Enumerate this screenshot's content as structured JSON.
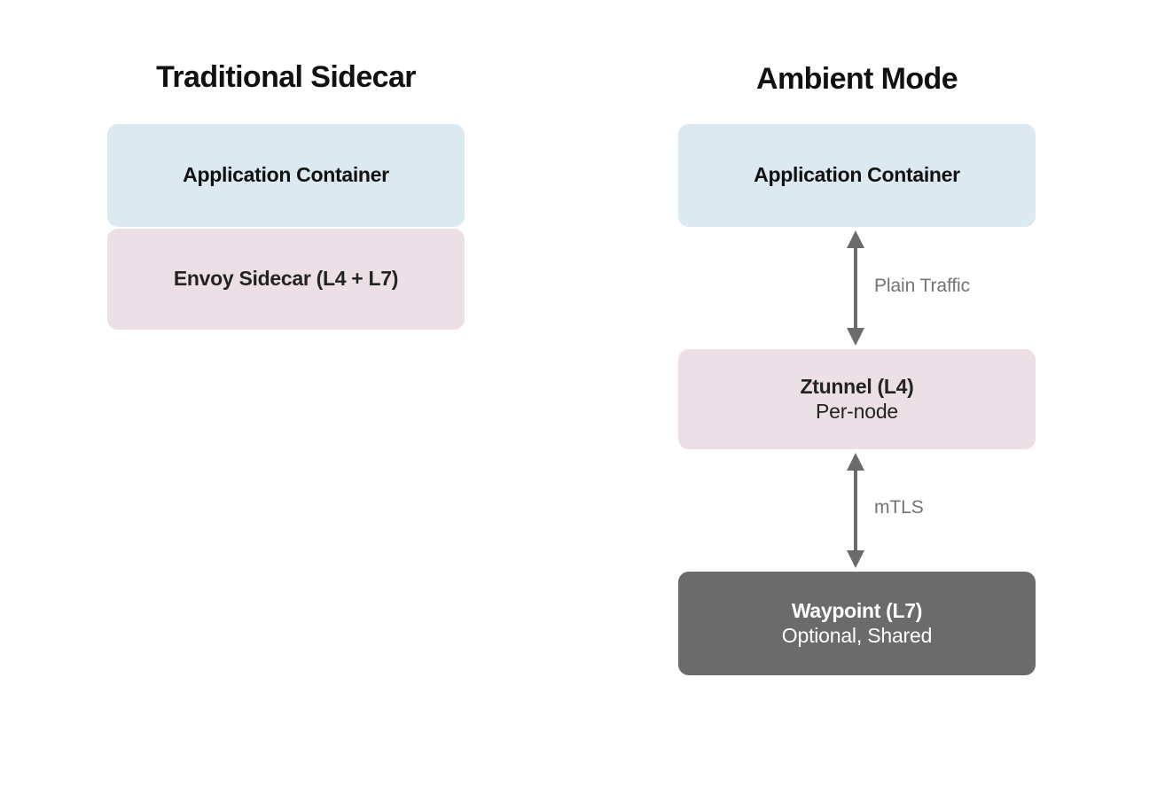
{
  "diagram": {
    "background_color": "#ffffff",
    "columns": [
      {
        "id": "traditional-sidecar",
        "title": "Traditional Sidecar",
        "nodes": [
          {
            "id": "left-app",
            "primary": "Application Container",
            "secondary": "",
            "fill": "#dce9f0",
            "text_color": "#111111"
          },
          {
            "id": "left-sidecar",
            "primary": "Envoy Sidecar (L4 + L7)",
            "secondary": "",
            "fill": "#eddfe6",
            "text_color": "#232323"
          }
        ],
        "connectors": []
      },
      {
        "id": "ambient-mode",
        "title": "Ambient Mode",
        "nodes": [
          {
            "id": "right-app",
            "primary": "Application Container",
            "secondary": "",
            "fill": "#dce9f0",
            "text_color": "#111111"
          },
          {
            "id": "right-ztunnel",
            "primary": "Ztunnel (L4)",
            "secondary": "Per-node",
            "fill": "#eddfe6",
            "text_color": "#232323"
          },
          {
            "id": "right-waypoint",
            "primary": "Waypoint (L7)",
            "secondary": "Optional, Shared",
            "fill": "#6b6b6b",
            "text_color": "#ffffff"
          }
        ],
        "connectors": [
          {
            "id": "connector-plain",
            "label": "Plain Traffic",
            "style": "double-headed-arrow",
            "color": "#6b6b6b",
            "from": "right-app",
            "to": "right-ztunnel"
          },
          {
            "id": "connector-mtls",
            "label": "mTLS",
            "style": "double-headed-arrow",
            "color": "#6b6b6b",
            "from": "right-ztunnel",
            "to": "right-waypoint"
          }
        ]
      }
    ]
  }
}
